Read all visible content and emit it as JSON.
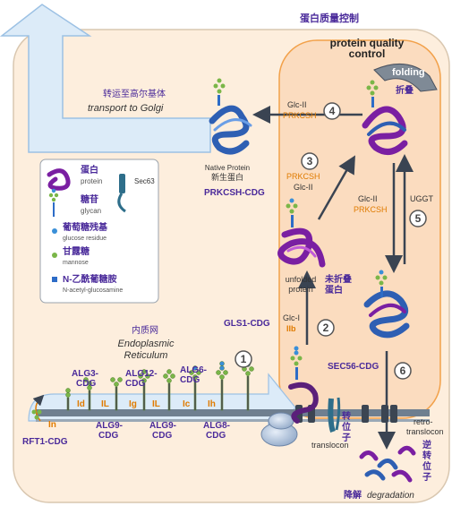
{
  "colors": {
    "er_fill": "#fde9d4",
    "qc_fill": "#fbdcc0",
    "qc_stroke": "#f2a14a",
    "arrow_fill": "#dcebf8",
    "arrow_stroke": "#9cc1e4",
    "label_purple": "#4a2a9a",
    "enzyme_orange": "#e07b00",
    "protein_purple": "#7a1fa2",
    "protein_blue": "#2e5fb3",
    "glucose": "#3a8fd8",
    "mannose": "#7ab648",
    "glcnac": "#2d6cc7"
  },
  "labels": {
    "qc_cn": "蛋白质量控制",
    "qc_en_line1": "protein quality",
    "qc_en_line2": "control",
    "folding": "folding",
    "folding_cn": "折叠",
    "golgi_cn": "转运至高尔基体",
    "golgi_en": "transport to Golgi",
    "step4_glc": "Glc-II",
    "step4_prk": "PRKCSH",
    "native_en": "Native Protein",
    "native_cn": "新生蛋白",
    "step3_prk": "PRKCSH",
    "step3_glc": "Glc-II",
    "prkcsh_cdg": "PRKCSH-CDG",
    "right_glc": "Glc-II",
    "right_prk": "PRKCSH",
    "uggt": "UGGT",
    "unfolded_en1": "unfolded",
    "unfolded_en2": "protein",
    "unfolded_cn1": "未折叠",
    "unfolded_cn2": "蛋白",
    "gls1_cdg": "GLS1-CDG",
    "step2_glc": "Glc-I",
    "step2_iib": "IIb",
    "sec56_cdg": "SEC56-CDG",
    "er_cn": "内质网",
    "er_en1": "Endoplasmic",
    "er_en2": "Reticulum",
    "rft1_cdg": "RFT1-CDG",
    "alg3_1": "ALG3-",
    "alg3_2": "CDG",
    "alg12_1": "ALG12-",
    "alg12_2": "CDG",
    "alg6_1": "ALG6-",
    "alg6_2": "CDG",
    "alg9a_1": "ALG9-",
    "alg9a_2": "CDG",
    "alg9b_1": "ALG9-",
    "alg9b_2": "CDG",
    "alg8_1": "ALG8-",
    "alg8_2": "CDG",
    "enz_in": "In",
    "enz_id": "Id",
    "enz_il": "IL",
    "enz_ig": "Ig",
    "enz_il2": "IL",
    "enz_ic": "Ic",
    "enz_ih": "Ih",
    "translocon_cn": "转位子",
    "translocon_en": "translocon",
    "retro_en1": "retro-",
    "retro_en2": "translocon",
    "retro_cn": "逆转位子",
    "degradation_cn": "降解",
    "degradation_en": "degradation",
    "step1": "1",
    "step2": "2",
    "step3": "3",
    "step4": "4",
    "step5": "5",
    "step6": "6"
  },
  "legend": {
    "protein_cn": "蛋白",
    "protein_en": "protein",
    "sec63": "Sec63",
    "glycan_cn": "糖苷",
    "glycan_en": "glycan",
    "glucose_cn": "葡萄糖残基",
    "glucose_en": "glucose residue",
    "mannose_cn": "甘露糖",
    "mannose_en": "mannose",
    "glcnac_cn": "N-乙酰葡糖胺",
    "glcnac_en": "N-acetyl-glucosamine"
  }
}
